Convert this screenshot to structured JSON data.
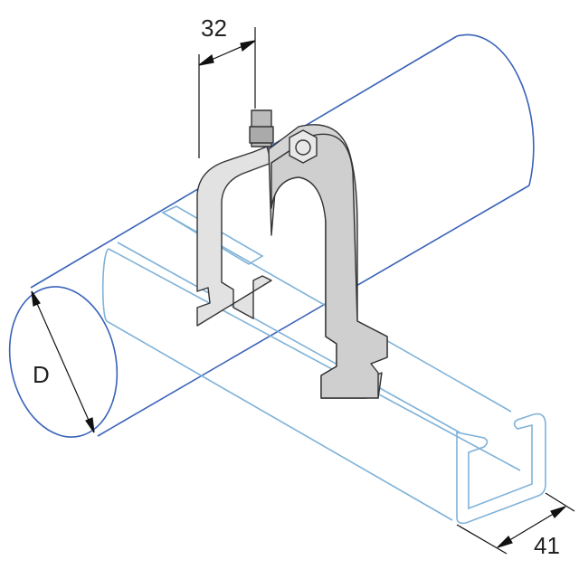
{
  "labels": {
    "clamp_width": "32",
    "pipe_diameter": "D",
    "channel_width": "41"
  },
  "colors": {
    "pipe": "#3a63b8",
    "channel": "#7fb2d8",
    "clamp_fill": "#dcdcdc",
    "clamp_stroke": "#333333",
    "dimension": "#111111"
  }
}
